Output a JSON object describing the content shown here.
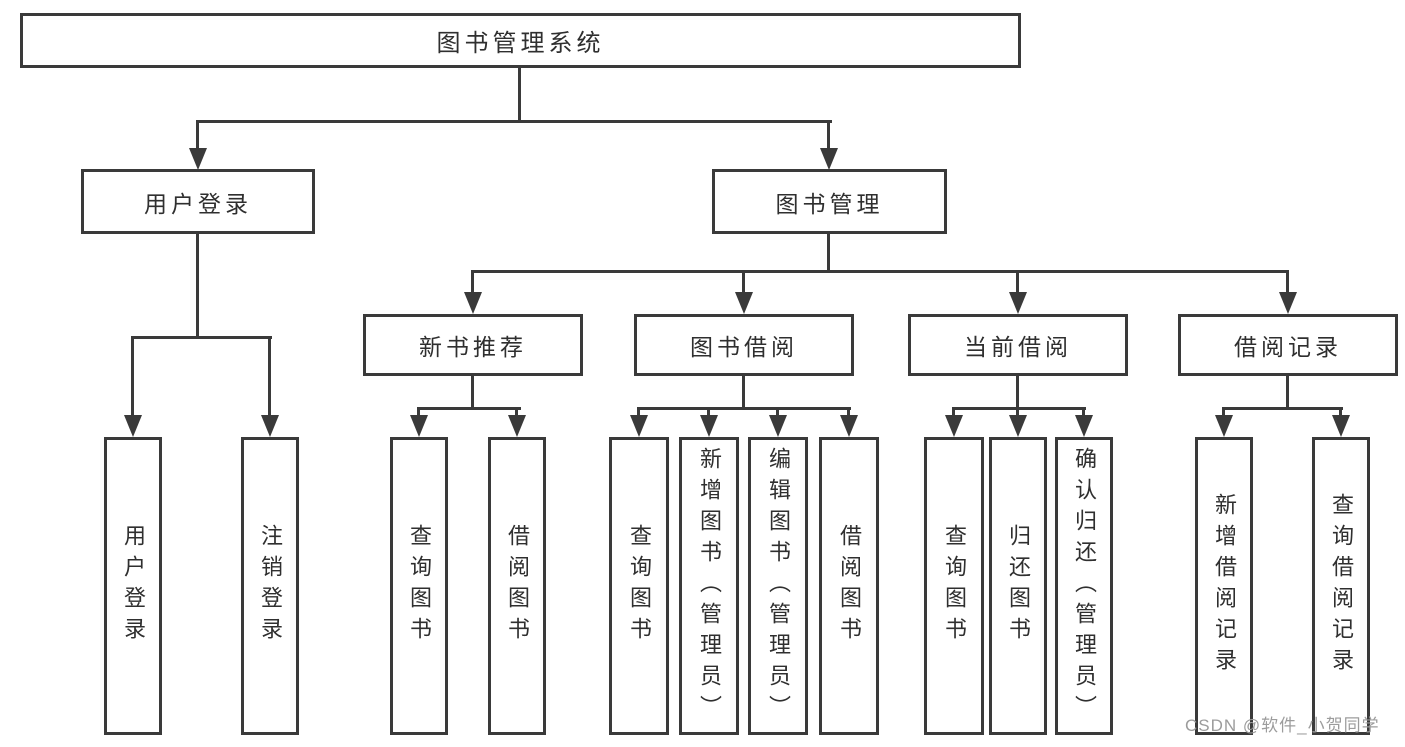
{
  "title": "图书管理系统",
  "watermark": "CSDN @软件_小贺同学",
  "colors": {
    "line": "#3a3a3a",
    "text": "#2f2f2f",
    "watermark": "#9c9c9c",
    "background": "#ffffff"
  },
  "nodes": {
    "root": "图书管理系统",
    "userLogin": "用户登录",
    "bookManagement": "图书管理",
    "login": "用户登录",
    "logout": "注销登录",
    "newBookRecommend": "新书推荐",
    "bookBorrowing": "图书借阅",
    "currentBorrowing": "当前借阅",
    "borrowRecords": "借阅记录",
    "nbrQuery": "查询图书",
    "nbrBorrow": "借阅图书",
    "bbQuery": "查询图书",
    "bbAdd": "新增图书（管理员）",
    "bbEdit": "编辑图书（管理员）",
    "bbBorrow": "借阅图书",
    "cbQuery": "查询图书",
    "cbReturn": "归还图书",
    "cbConfirm": "确认归还（管理员）",
    "brAdd": "新增借阅记录",
    "brQuery": "查询借阅记录"
  },
  "tree": {
    "label": "图书管理系统",
    "children": [
      {
        "label": "用户登录",
        "children": [
          {
            "label": "用户登录"
          },
          {
            "label": "注销登录"
          }
        ]
      },
      {
        "label": "图书管理",
        "children": [
          {
            "label": "新书推荐",
            "children": [
              {
                "label": "查询图书"
              },
              {
                "label": "借阅图书"
              }
            ]
          },
          {
            "label": "图书借阅",
            "children": [
              {
                "label": "查询图书"
              },
              {
                "label": "新增图书（管理员）"
              },
              {
                "label": "编辑图书（管理员）"
              },
              {
                "label": "借阅图书"
              }
            ]
          },
          {
            "label": "当前借阅",
            "children": [
              {
                "label": "查询图书"
              },
              {
                "label": "归还图书"
              },
              {
                "label": "确认归还（管理员）"
              }
            ]
          },
          {
            "label": "借阅记录",
            "children": [
              {
                "label": "新增借阅记录"
              },
              {
                "label": "查询借阅记录"
              }
            ]
          }
        ]
      }
    ]
  }
}
